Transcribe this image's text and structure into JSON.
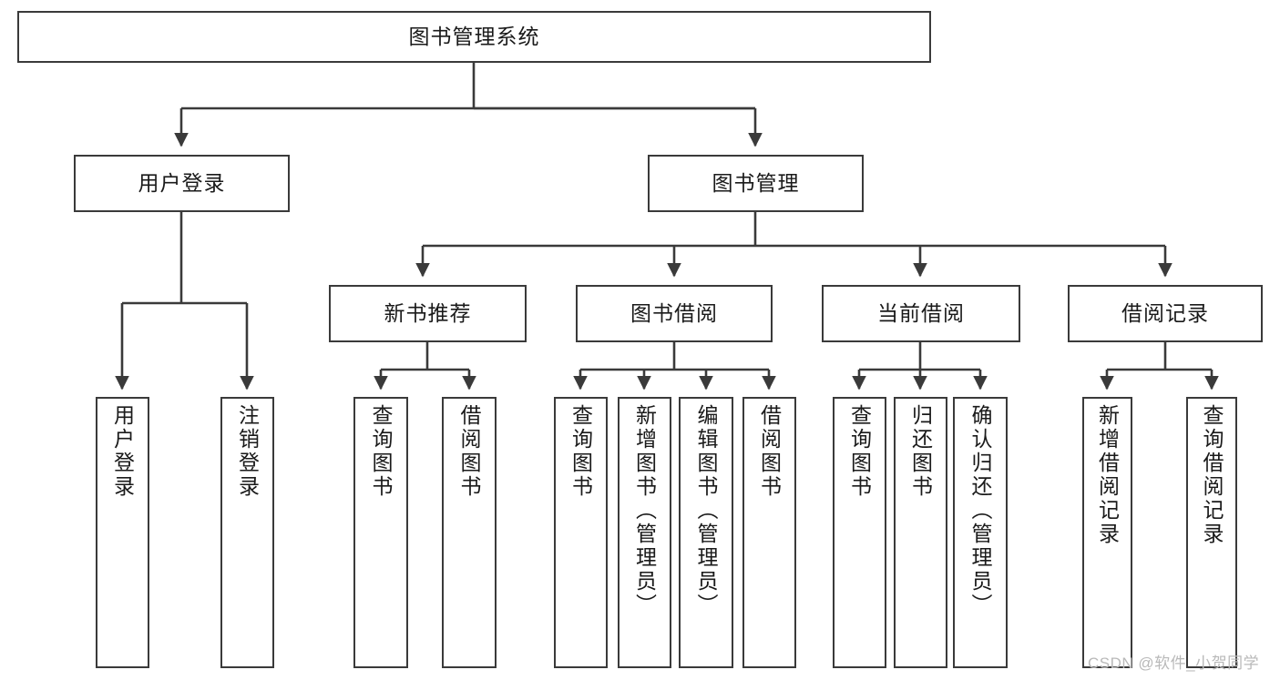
{
  "diagram": {
    "type": "tree-hierarchy-chart",
    "title": "图书管理系统",
    "watermark": "CSDN @软件_小贺同学",
    "colors": {
      "stroke": "#3a3a3a",
      "fill": "#ffffff",
      "text": "#1a1a1a",
      "watermark": "#b9b9b9"
    },
    "nodes": {
      "root": {
        "label": "图书管理系统"
      },
      "level1": [
        {
          "key": "user-login",
          "label": "用户登录"
        },
        {
          "key": "book-manage",
          "label": "图书管理"
        }
      ],
      "level2": [
        {
          "key": "new-book-recommend",
          "label": "新书推荐"
        },
        {
          "key": "book-borrow",
          "label": "图书借阅"
        },
        {
          "key": "current-borrow",
          "label": "当前借阅"
        },
        {
          "key": "borrow-record",
          "label": "借阅记录"
        }
      ],
      "leaves": {
        "user-login": [
          {
            "key": "leaf-user-login",
            "label": "用户登录"
          },
          {
            "key": "leaf-logout-login",
            "label": "注销登录"
          }
        ],
        "new-book-recommend": [
          {
            "key": "leaf-query-book-1",
            "label": "查询图书"
          },
          {
            "key": "leaf-borrow-book-1",
            "label": "借阅图书"
          }
        ],
        "book-borrow": [
          {
            "key": "leaf-query-book-2",
            "label": "查询图书"
          },
          {
            "key": "leaf-add-book",
            "label": "新增图书（管理员）"
          },
          {
            "key": "leaf-edit-book",
            "label": "编辑图书（管理员）"
          },
          {
            "key": "leaf-borrow-book-2",
            "label": "借阅图书"
          }
        ],
        "current-borrow": [
          {
            "key": "leaf-query-book-3",
            "label": "查询图书"
          },
          {
            "key": "leaf-return-book",
            "label": "归还图书"
          },
          {
            "key": "leaf-confirm-return",
            "label": "确认归还（管理员）"
          }
        ],
        "borrow-record": [
          {
            "key": "leaf-add-record",
            "label": "新增借阅记录"
          },
          {
            "key": "leaf-query-record",
            "label": "查询借阅记录"
          }
        ]
      }
    }
  }
}
